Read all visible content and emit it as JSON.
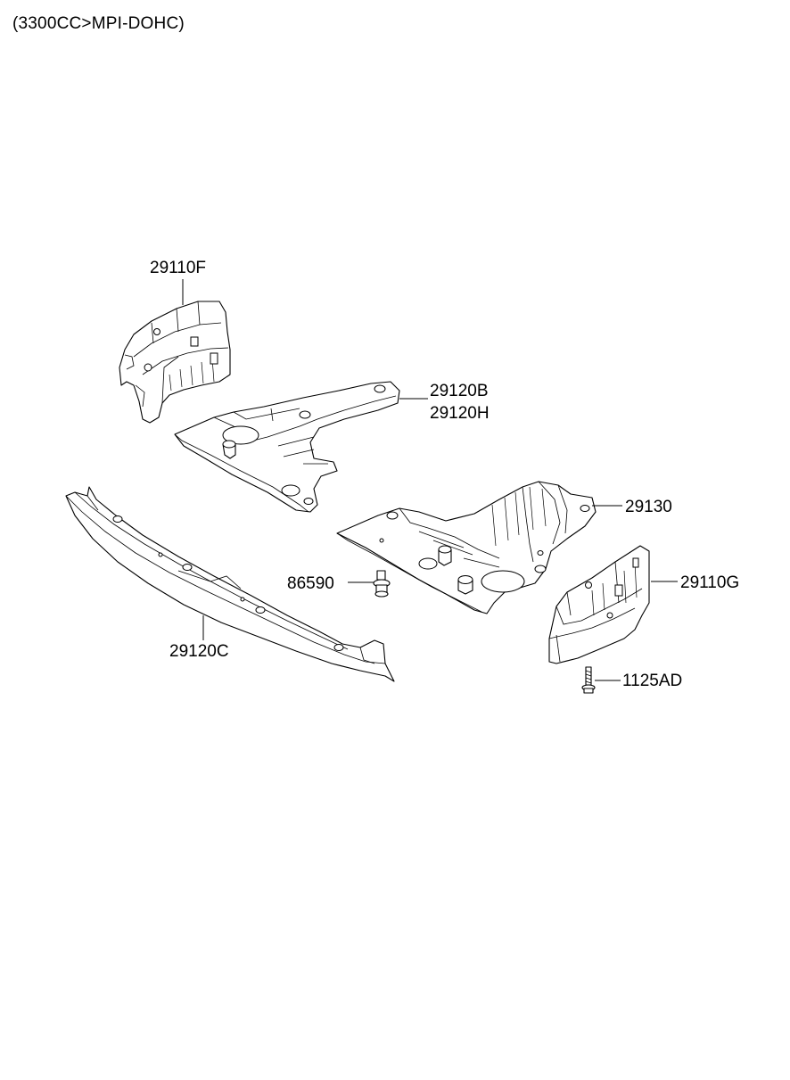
{
  "header": {
    "engine_variant": "(3300CC>MPI-DOHC)"
  },
  "parts": [
    {
      "id": "p29110F",
      "label": "29110F",
      "icon": "side-splash-shield-left-icon"
    },
    {
      "id": "p29120B",
      "label": "29120B",
      "icon": "under-cover-front-icon"
    },
    {
      "id": "p29120H",
      "label": "29120H",
      "icon": "under-cover-front-icon"
    },
    {
      "id": "p29130",
      "label": "29130",
      "icon": "under-cover-rear-icon"
    },
    {
      "id": "p86590",
      "label": "86590",
      "icon": "clip-fastener-icon"
    },
    {
      "id": "p29110G",
      "label": "29110G",
      "icon": "side-splash-shield-right-icon"
    },
    {
      "id": "p29120C",
      "label": "29120C",
      "icon": "front-air-dam-panel-icon"
    },
    {
      "id": "p1125AD",
      "label": "1125AD",
      "icon": "bolt-icon"
    }
  ],
  "colors": {
    "line": "#000000",
    "background": "#ffffff"
  }
}
